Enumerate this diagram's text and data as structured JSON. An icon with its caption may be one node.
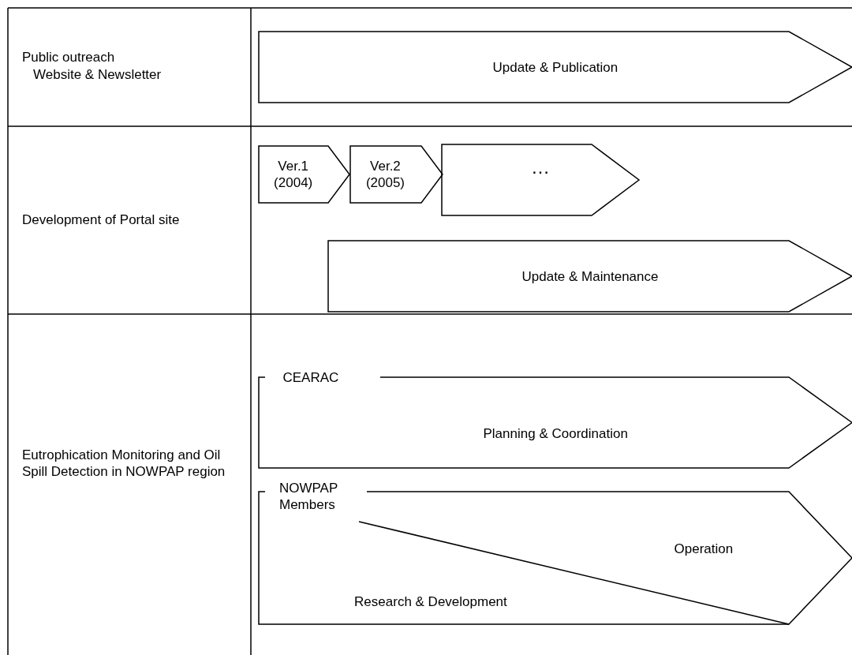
{
  "diagram": {
    "nodes": [
      {
        "text": [
          "Update & Publication"
        ]
      },
      {
        "text": [
          "Ver.1 (2004)"
        ]
      },
      {
        "text": [
          "Ver.2 (2005)"
        ]
      },
      {
        "text": [
          "…"
        ]
      },
      {
        "text": [
          "Update & Maintenance"
        ]
      },
      {
        "text": [
          "CEARAC",
          "Planning & Coordination"
        ]
      },
      {
        "text": [
          "NOWPAP Members",
          "Operation",
          "Research & Development"
        ]
      }
    ],
    "labels": [
      "Public outreach",
      "Website & Newsletter",
      "Development of Portal site",
      "Eutrophication Monitoring and Oil Spill Detection in NOWPAP region"
    ]
  }
}
